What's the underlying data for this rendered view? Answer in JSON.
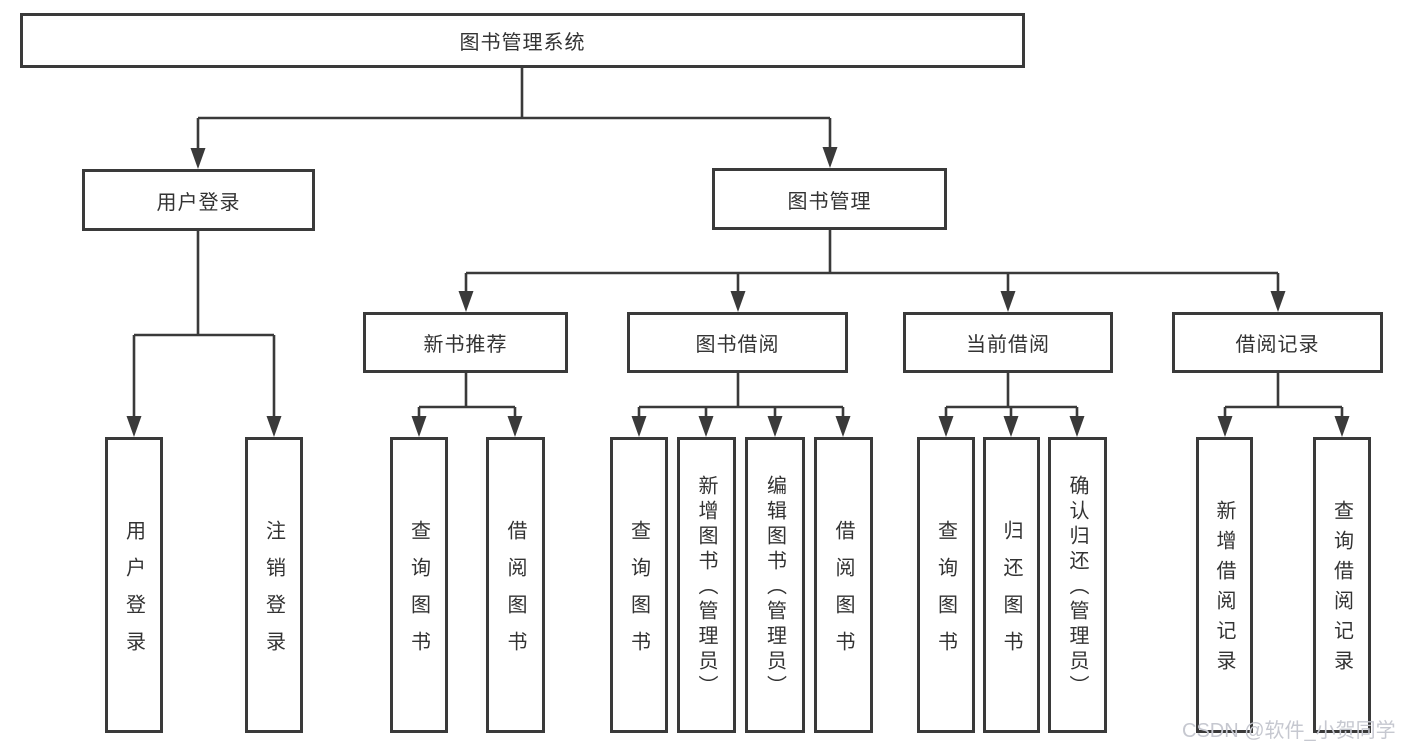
{
  "watermark": "CSDN @软件_小贺同学",
  "colors": {
    "line": "#3a3a3a",
    "box_border": "#3a3a3a",
    "text": "#333333",
    "watermark": "#c6c8d0",
    "background": "#ffffff"
  },
  "tree": {
    "label": "图书管理系统",
    "children": [
      {
        "label": "用户登录",
        "children": [
          {
            "label": "用户登录"
          },
          {
            "label": "注销登录"
          }
        ]
      },
      {
        "label": "图书管理",
        "children": [
          {
            "label": "新书推荐",
            "children": [
              {
                "label": "查询图书"
              },
              {
                "label": "借阅图书"
              }
            ]
          },
          {
            "label": "图书借阅",
            "children": [
              {
                "label": "查询图书"
              },
              {
                "label": "新增图书（管理员）"
              },
              {
                "label": "编辑图书（管理员）"
              },
              {
                "label": "借阅图书"
              }
            ]
          },
          {
            "label": "当前借阅",
            "children": [
              {
                "label": "查询图书"
              },
              {
                "label": "归还图书"
              },
              {
                "label": "确认归还（管理员）"
              }
            ]
          },
          {
            "label": "借阅记录",
            "children": [
              {
                "label": "新增借阅记录"
              },
              {
                "label": "查询借阅记录"
              }
            ]
          }
        ]
      }
    ]
  }
}
